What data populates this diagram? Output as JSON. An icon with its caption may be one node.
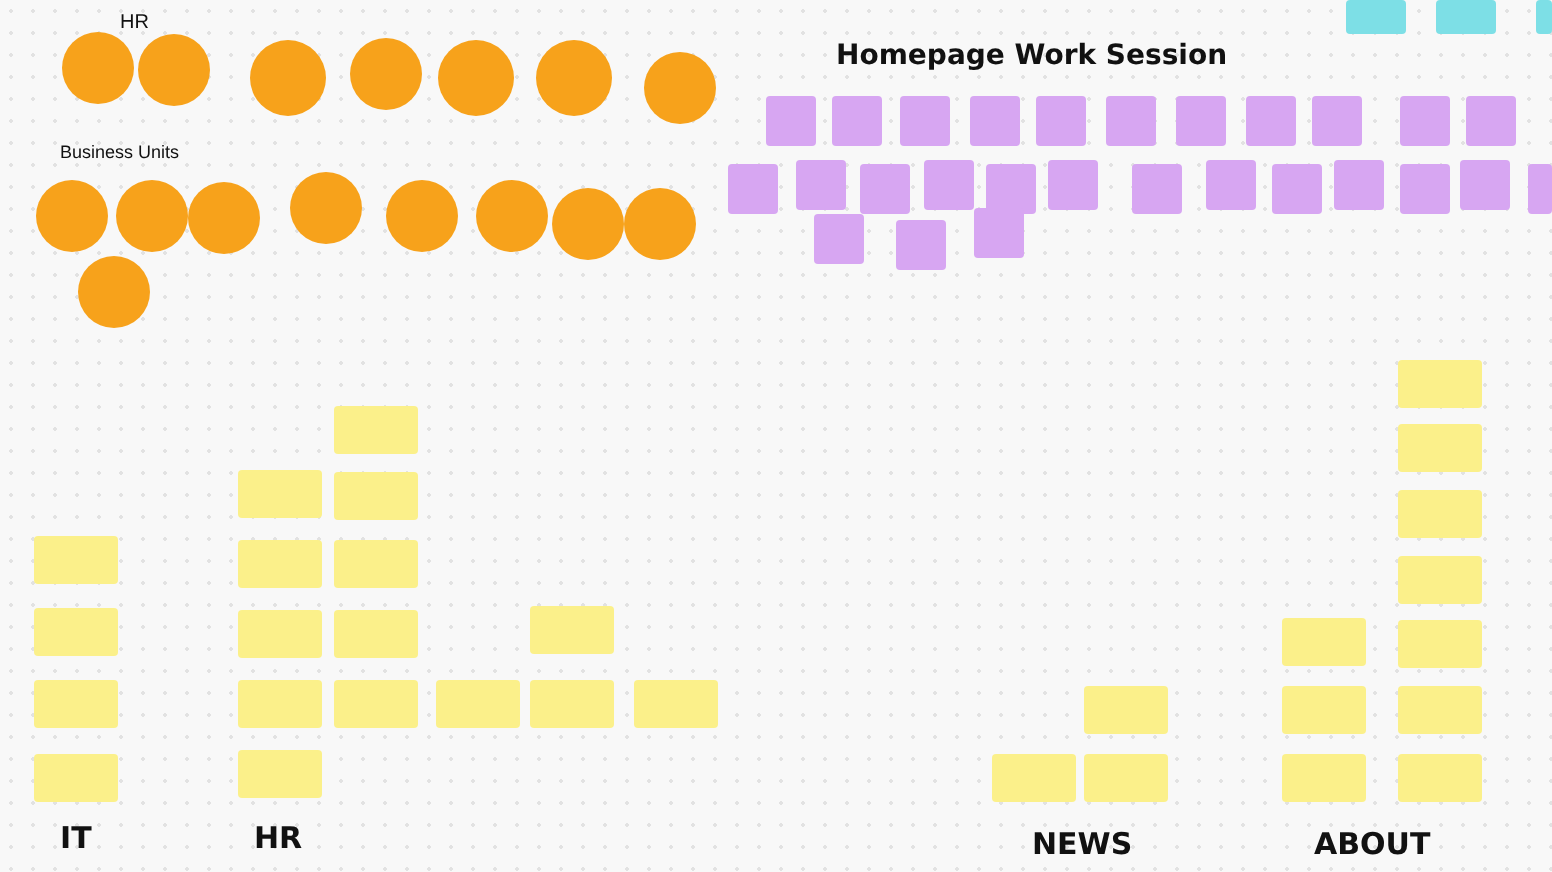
{
  "diagram": {
    "nodes": [
      {
        "text": [],
        "shape": "circle"
      },
      {
        "text": [],
        "shape": "circle"
      },
      {
        "text": [],
        "shape": "circle"
      },
      {
        "text": [],
        "shape": "circle"
      },
      {
        "text": [],
        "shape": "circle"
      },
      {
        "text": [],
        "shape": "circle"
      },
      {
        "text": [],
        "shape": "circle"
      },
      {
        "text": [],
        "shape": "circle"
      },
      {
        "text": [],
        "shape": "circle"
      },
      {
        "text": [],
        "shape": "circle"
      },
      {
        "text": [],
        "shape": "circle"
      },
      {
        "text": [],
        "shape": "circle"
      },
      {
        "text": [],
        "shape": "circle"
      },
      {
        "text": [],
        "shape": "circle"
      },
      {
        "text": [],
        "shape": "circle"
      },
      {
        "text": [],
        "shape": "circle"
      },
      {
        "text": [],
        "shape": "box"
      },
      {
        "text": [],
        "shape": "box"
      },
      {
        "text": [],
        "shape": "box"
      },
      {
        "text": [],
        "shape": "box"
      },
      {
        "text": [],
        "shape": "box"
      },
      {
        "text": [],
        "shape": "box"
      },
      {
        "text": [],
        "shape": "box"
      },
      {
        "text": [],
        "shape": "box"
      },
      {
        "text": [],
        "shape": "box"
      },
      {
        "text": [],
        "shape": "box"
      },
      {
        "text": [],
        "shape": "box"
      },
      {
        "text": [],
        "shape": "box"
      },
      {
        "text": [],
        "shape": "box"
      },
      {
        "text": [],
        "shape": "box"
      },
      {
        "text": [],
        "shape": "box"
      },
      {
        "text": [],
        "shape": "box"
      },
      {
        "text": [],
        "shape": "box"
      },
      {
        "text": [],
        "shape": "box"
      },
      {
        "text": [],
        "shape": "box"
      },
      {
        "text": [],
        "shape": "box"
      },
      {
        "text": [],
        "shape": "box"
      },
      {
        "text": [],
        "shape": "box"
      },
      {
        "text": [],
        "shape": "box"
      },
      {
        "text": [],
        "shape": "box"
      },
      {
        "text": [],
        "shape": "box"
      },
      {
        "text": [],
        "shape": "box"
      },
      {
        "text": [],
        "shape": "box"
      },
      {
        "text": [],
        "shape": "box"
      },
      {
        "text": [],
        "shape": "box"
      },
      {
        "text": [],
        "shape": "box"
      },
      {
        "text": [],
        "shape": "box"
      },
      {
        "text": [],
        "shape": "box"
      },
      {
        "text": [],
        "shape": "box"
      },
      {
        "text": [],
        "shape": "box"
      },
      {
        "text": [],
        "shape": "box"
      },
      {
        "text": [],
        "shape": "box"
      },
      {
        "text": [],
        "shape": "box"
      },
      {
        "text": [],
        "shape": "box"
      },
      {
        "text": [],
        "shape": "box"
      },
      {
        "text": [],
        "shape": "box"
      },
      {
        "text": [],
        "shape": "box"
      },
      {
        "text": [],
        "shape": "box"
      },
      {
        "text": [],
        "shape": "box"
      },
      {
        "text": [],
        "shape": "box"
      },
      {
        "text": [],
        "shape": "box"
      },
      {
        "text": [],
        "shape": "box"
      },
      {
        "text": [],
        "shape": "box"
      },
      {
        "text": [],
        "shape": "box"
      },
      {
        "text": [],
        "shape": "box"
      },
      {
        "text": [],
        "shape": "box"
      },
      {
        "text": [],
        "shape": "box"
      },
      {
        "text": [],
        "shape": "box"
      },
      {
        "text": [],
        "shape": "box"
      },
      {
        "text": [],
        "shape": "box"
      },
      {
        "text": [],
        "shape": "box"
      },
      {
        "text": [],
        "shape": "box"
      },
      {
        "text": [],
        "shape": "box"
      },
      {
        "text": [],
        "shape": "box"
      },
      {
        "text": [],
        "shape": "box"
      },
      {
        "text": [],
        "shape": "box"
      },
      {
        "text": [],
        "shape": "box"
      }
    ],
    "labels": [
      "HR",
      "Business Units",
      "Homepage Work Session",
      "IT",
      "HR",
      "NEWS",
      "ABOUT"
    ]
  }
}
